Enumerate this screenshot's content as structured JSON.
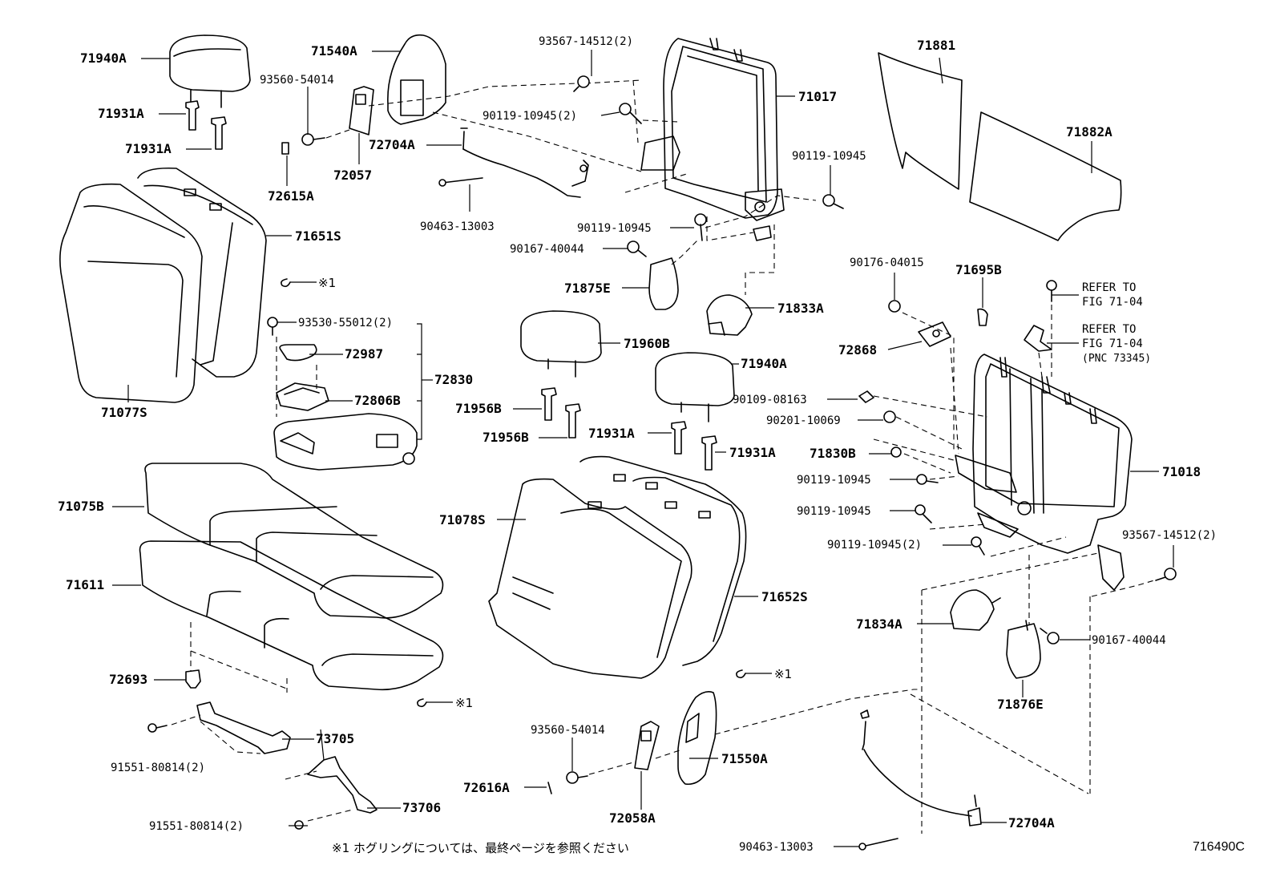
{
  "figure_id": "716490C",
  "footnote": "※1 ホグリングについては、最終ページを参照ください",
  "callouts": {
    "l71940A_top": "71940A",
    "l71931A_1": "71931A",
    "l71931A_2": "71931A",
    "l71540A": "71540A",
    "l93560_54014_top": "93560-54014",
    "l72057": "72057",
    "l72615A": "72615A",
    "l71651S": "71651S",
    "l71077S": "71077S",
    "l_ref1_a": "※1",
    "l93530_55012": "93530-55012(2)",
    "l72987": "72987",
    "l72830": "72830",
    "l72806B": "72806B",
    "l71075B": "71075B",
    "l71611": "71611",
    "l72693": "72693",
    "l_ref1_b": "※1",
    "l73705": "73705",
    "l91551_80814_a": "91551-80814(2)",
    "l73706": "73706",
    "l91551_80814_b": "91551-80814(2)",
    "l93567_14512_top": "93567-14512(2)",
    "l90119_10945_2a": "90119-10945(2)",
    "l72704A_top": "72704A",
    "l90463_13003_top": "90463-13003",
    "l71017": "71017",
    "l90119_10945_a": "90119-10945",
    "l90119_10945_b": "90119-10945",
    "l90167_40044_a": "90167-40044",
    "l71875E": "71875E",
    "l71833A": "71833A",
    "l71960B": "71960B",
    "l71940A_mid": "71940A",
    "l71956B_1": "71956B",
    "l71956B_2": "71956B",
    "l71931A_3": "71931A",
    "l71931A_4": "71931A",
    "l90109_08163": "90109-08163",
    "l90201_10069": "90201-10069",
    "l71830B": "71830B",
    "l71078S": "71078S",
    "l71652S": "71652S",
    "l_ref1_c": "※1",
    "l93560_54014_bot": "93560-54014",
    "l72616A": "72616A",
    "l72058A": "72058A",
    "l71550A": "71550A",
    "l71881": "71881",
    "l71882A": "71882A",
    "l90176_04015": "90176-04015",
    "l71695B": "71695B",
    "l72868": "72868",
    "l_refer1_a": "REFER TO",
    "l_refer1_b": "FIG 71-04",
    "l_refer2_a": "REFER TO",
    "l_refer2_b": "FIG 71-04",
    "l_refer2_c": "(PNC 73345)",
    "l71018": "71018",
    "l90119_10945_c": "90119-10945",
    "l90119_10945_d": "90119-10945",
    "l90119_10945_2b": "90119-10945(2)",
    "l93567_14512_right": "93567-14512(2)",
    "l71834A": "71834A",
    "l90167_40044_b": "90167-40044",
    "l71876E": "71876E",
    "l72704A_bot": "72704A",
    "l90463_13003_bot": "90463-13003"
  }
}
